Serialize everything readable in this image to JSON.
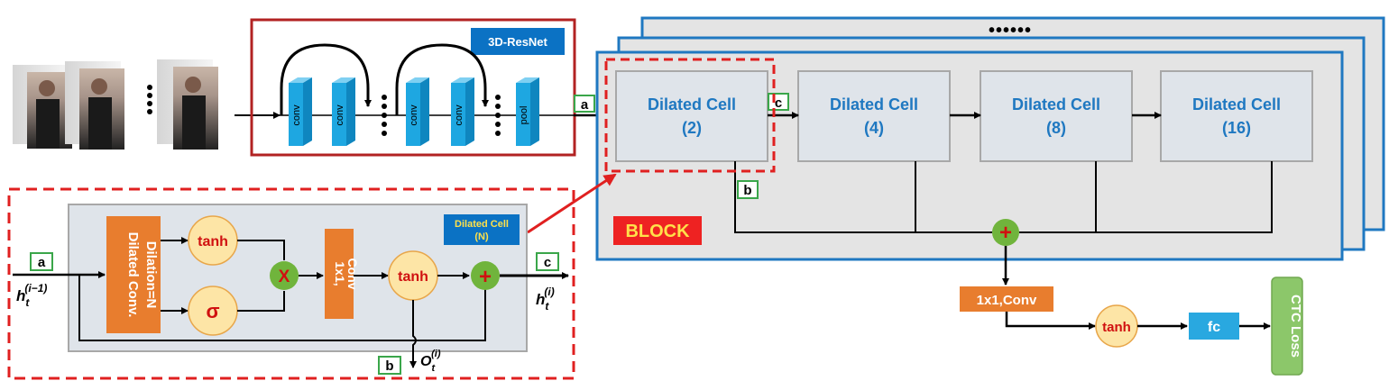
{
  "resnet": {
    "title": "3D-ResNet",
    "layers": [
      "conv",
      "conv",
      "conv",
      "conv",
      "pool"
    ]
  },
  "block": {
    "label": "BLOCK",
    "cells": [
      {
        "name": "Dilated Cell",
        "dilation": "(2)"
      },
      {
        "name": "Dilated Cell",
        "dilation": "(4)"
      },
      {
        "name": "Dilated Cell",
        "dilation": "(8)"
      },
      {
        "name": "Dilated Cell",
        "dilation": "(16)"
      }
    ],
    "more": "••••••",
    "plus": "+",
    "tag_a": "a",
    "tag_b": "b",
    "tag_c": "c"
  },
  "detail": {
    "badge_line1": "Dilated Cell",
    "badge_line2": "(N)",
    "dilated_conv_line1": "Dilated Conv.",
    "dilated_conv_line2": "Dilation=N",
    "tanh1": "tanh",
    "sigma": "σ",
    "multiply": "X",
    "conv1x1_line1": "1x1,",
    "conv1x1_line2": "Conv",
    "tanh2": "tanh",
    "plus": "+",
    "tag_a": "a",
    "tag_b": "b",
    "tag_c": "c",
    "h_in_base": "h",
    "h_in_sub": "t",
    "h_in_sup": "(i−1)",
    "h_out_base": "h",
    "h_out_sub": "t",
    "h_out_sup": "(i)",
    "o_base": "O",
    "o_sub": "t",
    "o_sup": "(i)"
  },
  "output": {
    "conv": "1x1,Conv",
    "tanh": "tanh",
    "fc": "fc",
    "loss": "CTC Loss"
  },
  "colors": {
    "resnet_border": "#b22222",
    "conv_block": "#1ea7e1",
    "block_border": "#1f78c1",
    "panel_fill": "#e4e4e4",
    "cell_fill": "#dfe4ea",
    "cell_text": "#1f78c1",
    "dashed_red": "#e02020",
    "orange": "#e87d2e",
    "circle_fill": "#fde5a6",
    "green": "#70b43c",
    "fc_blue": "#29a8e0",
    "ctc_green": "#8cc76a",
    "badge_blue": "#0b72c4",
    "badge_text": "#ffe14a"
  }
}
